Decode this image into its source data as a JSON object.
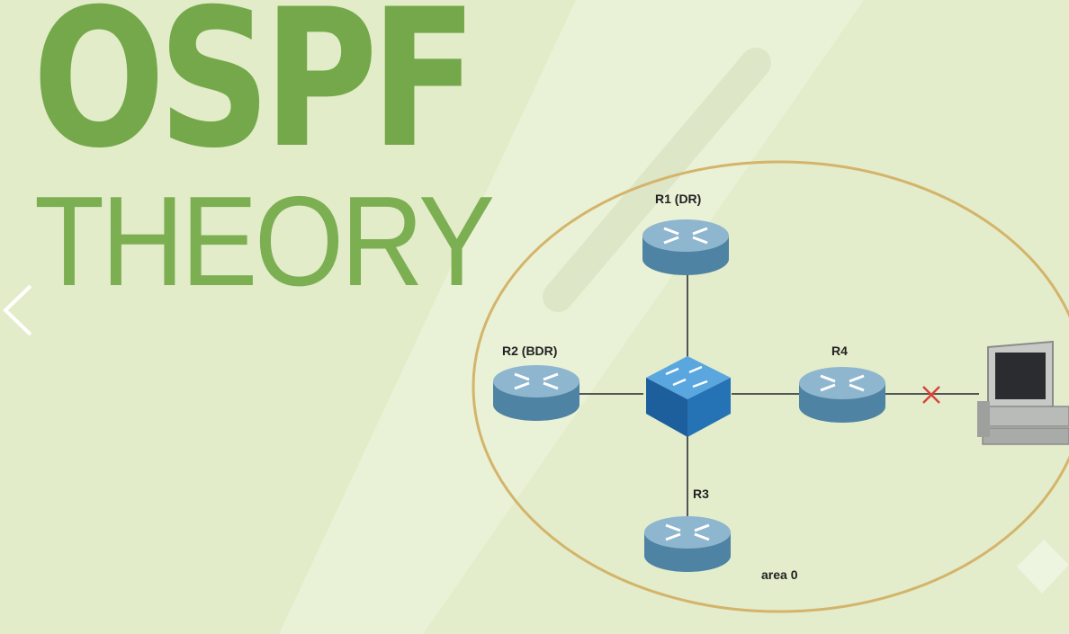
{
  "title": {
    "main": "OSPF",
    "sub": "THEORY"
  },
  "diagram": {
    "routers": [
      {
        "label": "R1 (DR)"
      },
      {
        "label": "R2 (BDR)"
      },
      {
        "label": "R3"
      },
      {
        "label": "R4"
      }
    ],
    "area_label": "area 0",
    "central_device_icon": "switch-icon",
    "link_status_icon": "x-mark-icon",
    "host_icon": "computer-icon"
  },
  "colors": {
    "background": "#e9f2d6",
    "title": "#74a84a",
    "router": "#5f93b0",
    "switch": "#1f6fb0",
    "area_ellipse": "#d4b46a",
    "link_down": "#d9443a"
  }
}
